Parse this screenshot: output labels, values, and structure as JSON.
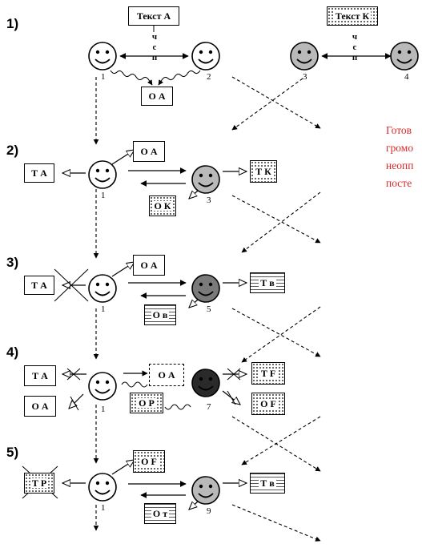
{
  "steps": [
    "1)",
    "2)",
    "3)",
    "4)",
    "5)"
  ],
  "text_boxes": {
    "text_a_title": "Текст А",
    "text_k_title": "Текст К",
    "ta": "Т А",
    "oa": "О А",
    "tk": "Т К",
    "ok": "О К",
    "tb": "Т в",
    "ob": "О в",
    "tf": "Т F",
    "of": "О F",
    "tp": "Т Р",
    "op": "О Р",
    "ot": "О т"
  },
  "channel_letters": {
    "left": [
      "ч",
      "с",
      "п"
    ],
    "right": [
      "ч",
      "с",
      "п"
    ]
  },
  "agent_numbers": {
    "row1": [
      "1",
      "2",
      "3",
      "4"
    ],
    "row2": [
      "1",
      "3"
    ],
    "row3": [
      "1",
      "5"
    ],
    "row4": [
      "1",
      "7"
    ],
    "row5": [
      "1",
      "9"
    ]
  },
  "side_text_lines": [
    "Готов",
    "громо",
    "неопп",
    "посте"
  ],
  "colors": {
    "accent_text": "#d9292b",
    "gray_light": "#b9b9b9",
    "gray_mid": "#7a7a7a",
    "gray_dark": "#555555",
    "black_face": "#2a2a2a"
  }
}
